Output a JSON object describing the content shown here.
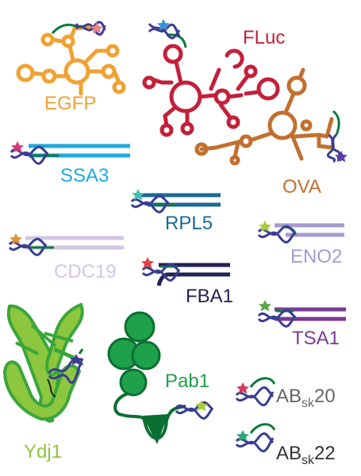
{
  "labels": {
    "egfp": "EGFP",
    "fluc": "FLuc",
    "ova": "OVA",
    "ssa3": "SSA3",
    "rpl5": "RPL5",
    "cdc19": "CDC19",
    "eno2": "ENO2",
    "fba1": "FBA1",
    "tsa1": "TSA1",
    "ydj1": "Ydj1",
    "pab1": "Pab1",
    "absk20": {
      "base": "AB",
      "sub": "sk",
      "num": "20"
    },
    "absk22": {
      "base": "AB",
      "sub": "sk",
      "num": "22"
    }
  },
  "colors": {
    "egfp": "#f0a232",
    "fluc": "#c3203a",
    "ova": "#c2702f",
    "ssa3": "#21a8de",
    "rpl5": "#1b6a94",
    "cdc19": "#d3c6e3",
    "eno2": "#a59bd0",
    "fba1": "#232255",
    "tsa1": "#7a3b95",
    "ydj1_light": "#8dc63f",
    "ydj1_dark": "#3aa63a",
    "pab1_light": "#1fa04a",
    "pab1_dark": "#0b6f33",
    "absk20_text": "#666666",
    "absk22_text": "#333333",
    "probe_strand": "#3b3d91",
    "probe_tail": "#0e7a3e"
  },
  "icons": [
    "star-icon",
    "probe-helix-icon"
  ]
}
